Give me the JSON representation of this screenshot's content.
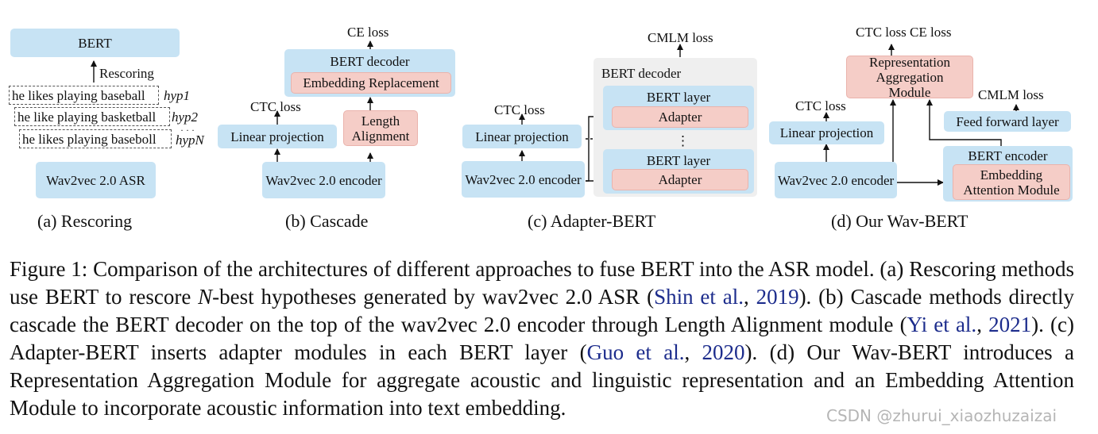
{
  "rescoring": {
    "bert": "BERT",
    "rescoring": "Rescoring",
    "hyps": [
      "he likes playing baseball",
      "he like playing basketball",
      "he likes playing baseboll"
    ],
    "hyp_labels": [
      "hyp1",
      "hyp2",
      "hypN"
    ],
    "dots": "· · ·",
    "asr": "Wav2vec 2.0 ASR",
    "caption": "(a) Rescoring"
  },
  "cascade": {
    "ce_loss": "CE loss",
    "bert_decoder": "BERT decoder",
    "embedding_replacement": "Embedding Replacement",
    "ctc_loss": "CTC loss",
    "linear_projection": "Linear projection",
    "length_alignment": "Length Alignment",
    "encoder": "Wav2vec 2.0 encoder",
    "caption": "(b) Cascade"
  },
  "adapter": {
    "cmlm_loss": "CMLM loss",
    "bert_decoder": "BERT decoder",
    "bert_layer_1": "BERT layer",
    "adapter_1": "Adapter",
    "vdots": "⋮",
    "bert_layer_2": "BERT layer",
    "adapter_2": "Adapter",
    "ctc_loss": "CTC loss",
    "linear_projection": "Linear projection",
    "encoder": "Wav2vec 2.0 encoder",
    "caption": "(c) Adapter-BERT"
  },
  "wavbert": {
    "ctc_ce_loss": "CTC loss CE loss",
    "ram": "Representation Aggregation Module",
    "cmlm_loss": "CMLM loss",
    "ctc_loss": "CTC loss",
    "linear_projection": "Linear projection",
    "feed_forward": "Feed forward layer",
    "bert_encoder": "BERT encoder",
    "encoder": "Wav2vec 2.0 encoder",
    "eam": "Embedding Attention Module",
    "caption": "(d) Our Wav-BERT"
  },
  "caption": {
    "p1": "Figure 1: Comparison of the architectures of different approaches to fuse BERT into the ASR model. (a) Rescoring methods use BERT to rescore ",
    "p1_n": "N",
    "p2": "-best hypotheses generated by wav2vec 2.0 ASR (",
    "cite1_name": "Shin et al.",
    "sep": ", ",
    "cite1_year": "2019",
    "p3": "). (b) Cascade methods directly cascade the BERT decoder on the top of the wav2vec 2.0 encoder through Length Alignment module (",
    "cite2_name": "Yi et al.",
    "cite2_year": "2021",
    "p4": "). (c) Adapter-BERT inserts adapter modules in each BERT layer (",
    "cite3_name": "Guo et al.",
    "cite3_year": "2020",
    "p5": "). (d) Our Wav-BERT introduces a Representation Aggregation Module for aggregate acoustic and linguistic representation and an Embedding Attention Module to incorporate acoustic information into text embedding."
  },
  "watermark": "CSDN @zhurui_xiaozhuzaizai"
}
